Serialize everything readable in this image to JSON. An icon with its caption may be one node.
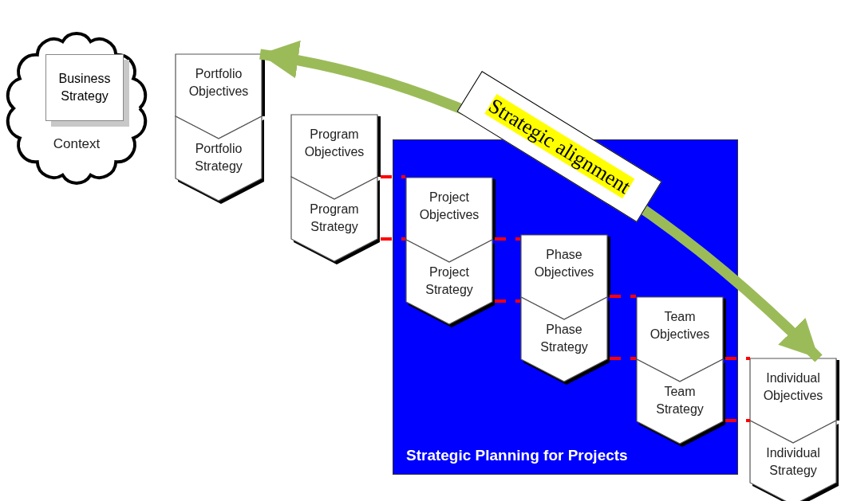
{
  "diagram": {
    "nodes": [
      {
        "text": [
          "Context"
        ]
      },
      {
        "text": [
          "Business Strategy"
        ],
        "in": 0
      },
      {
        "text": [
          "Portfolio Objectives"
        ]
      },
      {
        "text": [
          "Portfolio Strategy"
        ]
      },
      {
        "text": [
          "Program Objectives"
        ]
      },
      {
        "text": [
          "Program Strategy"
        ]
      },
      {
        "text": [
          "Strategic Planning for Projects"
        ]
      },
      {
        "text": [
          "Project Objectives"
        ],
        "in": 6
      },
      {
        "text": [
          "Project Strategy"
        ],
        "in": 6
      },
      {
        "text": [
          "Phase Objectives"
        ],
        "in": 6
      },
      {
        "text": [
          "Phase Strategy"
        ],
        "in": 6
      },
      {
        "text": [
          "Team Objectives"
        ],
        "in": 6
      },
      {
        "text": [
          "Team Strategy"
        ],
        "in": 6
      },
      {
        "text": [
          "Individual Objectives"
        ]
      },
      {
        "text": [
          "Individual Strategy"
        ]
      }
    ],
    "edges": [
      {
        "from": 4,
        "to": 7,
        "arrow": "none",
        "style": "dashed",
        "color": "#ff0000"
      },
      {
        "from": 5,
        "to": 8,
        "arrow": "none",
        "style": "dashed",
        "color": "#ff0000"
      },
      {
        "from": 7,
        "to": 9,
        "arrow": "none",
        "style": "dashed",
        "color": "#ff0000"
      },
      {
        "from": 8,
        "to": 10,
        "arrow": "none",
        "style": "dashed",
        "color": "#ff0000"
      },
      {
        "from": 9,
        "to": 11,
        "arrow": "none",
        "style": "dashed",
        "color": "#ff0000"
      },
      {
        "from": 10,
        "to": 12,
        "arrow": "none",
        "style": "dashed",
        "color": "#ff0000"
      },
      {
        "from": 11,
        "to": 13,
        "arrow": "none",
        "style": "dashed",
        "color": "#ff0000"
      },
      {
        "from": 12,
        "to": 14,
        "arrow": "none",
        "style": "dashed",
        "color": "#ff0000"
      },
      {
        "from": 2,
        "to": 13,
        "arrow": "both",
        "label": "Strategic alignment",
        "style": "thick",
        "color": "#9bbb59"
      }
    ]
  }
}
